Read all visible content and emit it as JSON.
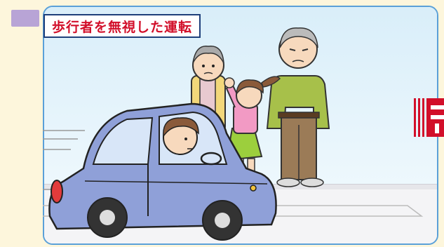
{
  "scene_title": "歩行者を無視した運転",
  "colors": {
    "title_text": "#d20f2a",
    "title_border": "#1e3f7a",
    "panel_border": "#5aa0d8",
    "background": "#fdf6dc",
    "car_body": "#8fa0d8",
    "tab_accent": "#b8a4d6"
  },
  "icons": [
    "car-illustration",
    "pedestrian-grandmother",
    "pedestrian-grandfather",
    "pedestrian-girl",
    "driver"
  ]
}
